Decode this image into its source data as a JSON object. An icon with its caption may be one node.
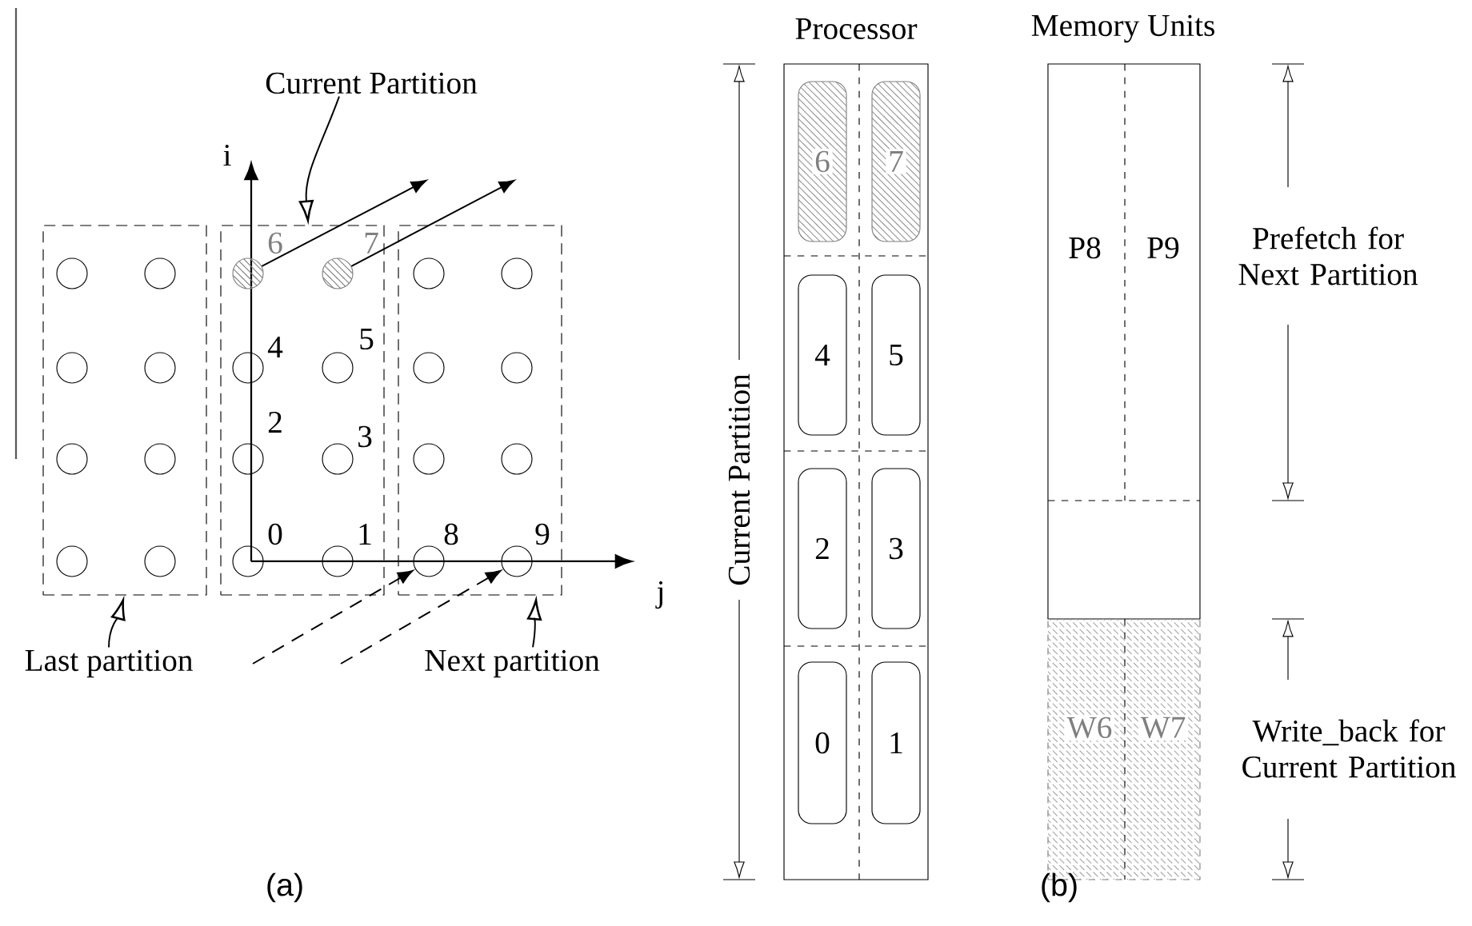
{
  "diagram": {
    "nodes": [
      {
        "text": [
          "Current Partition"
        ]
      },
      {
        "text": [],
        "shape": "box"
      },
      {
        "text": [],
        "shape": "box"
      },
      {
        "text": [],
        "shape": "box"
      },
      {
        "text": [],
        "shape": "circle",
        "in": 1
      },
      {
        "text": [],
        "shape": "circle",
        "in": 1
      },
      {
        "text": [],
        "shape": "circle",
        "in": 1
      },
      {
        "text": [],
        "shape": "circle",
        "in": 1
      },
      {
        "text": [],
        "shape": "circle",
        "in": 1
      },
      {
        "text": [],
        "shape": "circle",
        "in": 1
      },
      {
        "text": [],
        "shape": "circle",
        "in": 1
      },
      {
        "text": [],
        "shape": "circle",
        "in": 1
      },
      {
        "text": [],
        "shape": "circle",
        "in": 2,
        "beside": [
          "6"
        ]
      },
      {
        "text": [],
        "shape": "circle",
        "in": 2,
        "beside": [
          "7"
        ]
      },
      {
        "text": [],
        "shape": "circle",
        "in": 2,
        "beside": [
          "4"
        ]
      },
      {
        "text": [],
        "shape": "circle",
        "in": 2,
        "beside": [
          "5"
        ]
      },
      {
        "text": [],
        "shape": "circle",
        "in": 2,
        "beside": [
          "2"
        ]
      },
      {
        "text": [],
        "shape": "circle",
        "in": 2,
        "beside": [
          "3"
        ]
      },
      {
        "text": [],
        "shape": "circle",
        "in": 2,
        "beside": [
          "0"
        ]
      },
      {
        "text": [],
        "shape": "circle",
        "in": 2,
        "beside": [
          "1"
        ]
      },
      {
        "text": [],
        "shape": "circle",
        "in": 3
      },
      {
        "text": [],
        "shape": "circle",
        "in": 3
      },
      {
        "text": [],
        "shape": "circle",
        "in": 3
      },
      {
        "text": [],
        "shape": "circle",
        "in": 3
      },
      {
        "text": [],
        "shape": "circle",
        "in": 3
      },
      {
        "text": [],
        "shape": "circle",
        "in": 3
      },
      {
        "text": [],
        "shape": "circle",
        "in": 3,
        "beside": [
          "8"
        ]
      },
      {
        "text": [],
        "shape": "circle",
        "in": 3,
        "beside": [
          "9"
        ]
      },
      {
        "text": [
          "Last partition"
        ]
      },
      {
        "text": [
          "Next partition"
        ]
      },
      {
        "text": [
          "Processor"
        ]
      },
      {
        "text": [
          "6"
        ],
        "in": 30
      },
      {
        "text": [
          "7"
        ],
        "in": 30
      },
      {
        "text": [
          "4"
        ],
        "in": 30
      },
      {
        "text": [
          "5"
        ],
        "in": 30
      },
      {
        "text": [
          "2"
        ],
        "in": 30
      },
      {
        "text": [
          "3"
        ],
        "in": 30
      },
      {
        "text": [
          "0"
        ],
        "in": 30
      },
      {
        "text": [
          "1"
        ],
        "in": 30
      },
      {
        "text": [
          "Memory Units",
          "P8",
          "P9"
        ]
      },
      {
        "text": [
          "W6",
          "W7"
        ]
      }
    ],
    "edges": [
      {
        "from": 0,
        "to": 2,
        "arrow": "to"
      },
      {
        "from": 28,
        "to": 1,
        "arrow": "to"
      },
      {
        "from": 29,
        "to": 3,
        "arrow": "to"
      },
      {
        "from": 12,
        "to": null,
        "arrow": "to"
      },
      {
        "from": 13,
        "to": null,
        "arrow": "to"
      },
      {
        "from": null,
        "to": 26,
        "arrow": "to",
        "style": "dashed"
      },
      {
        "from": null,
        "to": 27,
        "arrow": "to",
        "style": "dashed"
      }
    ],
    "labels": [
      "i",
      "j",
      "Current Partition",
      "Prefetch for Next Partition",
      "Write_back for Current Partition",
      "(a)",
      "(b)"
    ]
  }
}
